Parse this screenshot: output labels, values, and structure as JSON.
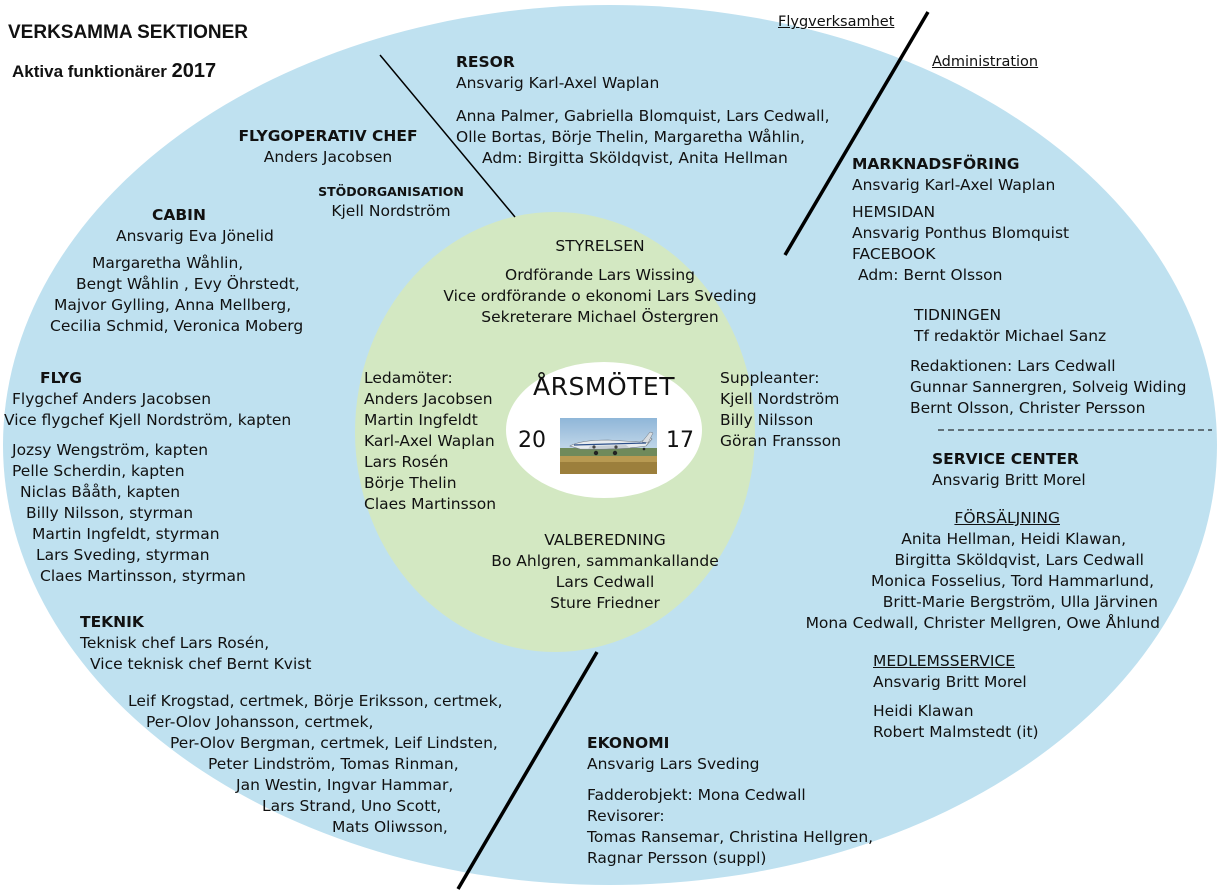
{
  "title": {
    "main": "VERKSAMMA SEKTIONER",
    "sub_prefix": "Aktiva funktionärer",
    "sub_year": "2017"
  },
  "divider_labels": {
    "top": "Flygverksamhet",
    "right": "Administration"
  },
  "colors": {
    "outer_ellipse": "#bfe1f0",
    "inner_ellipse": "#d3e8c2",
    "center_ellipse": "#ffffff",
    "divider_lines": "#000000"
  },
  "sections": {
    "resor": {
      "heading": "RESOR",
      "lines": [
        "Ansvarig Karl-Axel Waplan",
        "Anna Palmer, Gabriella Blomquist, Lars Cedwall,",
        "Olle Bortas, Börje Thelin, Margaretha Wåhlin,",
        "Adm: Birgitta Sköldqvist, Anita Hellman"
      ]
    },
    "flygoperativ": {
      "heading": "FLYGOPERATIV CHEF",
      "lines": [
        "Anders Jacobsen"
      ]
    },
    "stodorganisation": {
      "heading": "STÖDORGANISATION",
      "lines": [
        "Kjell Nordström"
      ]
    },
    "cabin": {
      "heading": "CABIN",
      "lines": [
        "Ansvarig Eva Jönelid",
        "Margaretha Wåhlin,",
        "Bengt Wåhlin , Evy Öhrstedt,",
        "Majvor Gylling, Anna Mellberg,",
        "Cecilia Schmid, Veronica Moberg"
      ]
    },
    "flyg": {
      "heading": "FLYG",
      "lines": [
        "Flygchef Anders Jacobsen",
        "Vice flygchef Kjell Nordström, kapten",
        "Jozsy Wengström, kapten",
        "Pelle Scherdin, kapten",
        "Niclas Bååth, kapten",
        "Billy Nilsson, styrman",
        "Martin Ingfeldt, styrman",
        "Lars Sveding, styrman",
        "Claes Martinsson, styrman"
      ]
    },
    "teknik": {
      "heading": "TEKNIK",
      "lines": [
        "Teknisk chef Lars Rosén,",
        "Vice teknisk chef Bernt Kvist",
        "Leif Krogstad, certmek, Börje Eriksson, certmek,",
        "Per-Olov Johansson, certmek,",
        "Per-Olov Bergman, certmek, Leif Lindsten,",
        "Peter Lindström, Tomas Rinman,",
        "Jan Westin, Ingvar Hammar,",
        "Lars Strand, Uno Scott,",
        "Mats Oliwsson,"
      ]
    },
    "marknadsforing": {
      "heading": "MARKNADSFÖRING",
      "lines": [
        "Ansvarig Karl-Axel Waplan",
        "HEMSIDAN",
        "Ansvarig Ponthus Blomquist",
        "FACEBOOK",
        "Adm: Bernt Olsson"
      ]
    },
    "tidningen": {
      "heading": "TIDNINGEN",
      "lines": [
        "Tf redaktör Michael Sanz",
        "Redaktionen: Lars Cedwall",
        "Gunnar Sannergren, Solveig Widing",
        "Bernt Olsson, Christer Persson"
      ]
    },
    "service_center": {
      "heading": "SERVICE CENTER",
      "lines": [
        "Ansvarig Britt Morel"
      ]
    },
    "forsaljning": {
      "heading": "FÖRSÄLJNING",
      "lines": [
        "Anita Hellman, Heidi Klawan,",
        "Birgitta Sköldqvist, Lars Cedwall",
        "Monica Fosselius, Tord Hammarlund,",
        "Britt-Marie Bergström, Ulla Järvinen",
        "Mona Cedwall, Christer Mellgren, Owe Åhlund"
      ]
    },
    "medlemsservice": {
      "heading": "MEDLEMSSERVICE",
      "lines": [
        "Ansvarig Britt Morel",
        "Heidi Klawan",
        "Robert Malmstedt (it)"
      ]
    },
    "ekonomi": {
      "heading": "EKONOMI",
      "lines": [
        "Ansvarig Lars Sveding",
        "Fadderobjekt: Mona Cedwall",
        "Revisorer:",
        "Tomas Ransemar, Christina Hellgren,",
        "Ragnar Persson (suppl)"
      ]
    }
  },
  "styrelsen": {
    "heading": "STYRELSEN",
    "lines": [
      "Ordförande Lars Wissing",
      "Vice ordförande o ekonomi Lars Sveding",
      "Sekreterare Michael Östergren"
    ],
    "ledamoter": {
      "heading": "Ledamöter:",
      "names": [
        "Anders Jacobsen",
        "Martin Ingfeldt",
        "Karl-Axel Waplan",
        "Lars Rosén",
        "Börje Thelin",
        "Claes Martinsson"
      ]
    },
    "suppleanter": {
      "heading": "Suppleanter:",
      "names": [
        "Kjell Nordström",
        "Billy Nilsson",
        "Göran Fransson"
      ]
    }
  },
  "valberedning": {
    "heading": "VALBEREDNING",
    "lines": [
      "Bo Ahlgren, sammankallande",
      "Lars Cedwall",
      "Sture Friedner"
    ]
  },
  "center": {
    "title": "ÅRSMÖTET",
    "year_left": "20",
    "year_right": "17",
    "image": "airplane-photo"
  }
}
